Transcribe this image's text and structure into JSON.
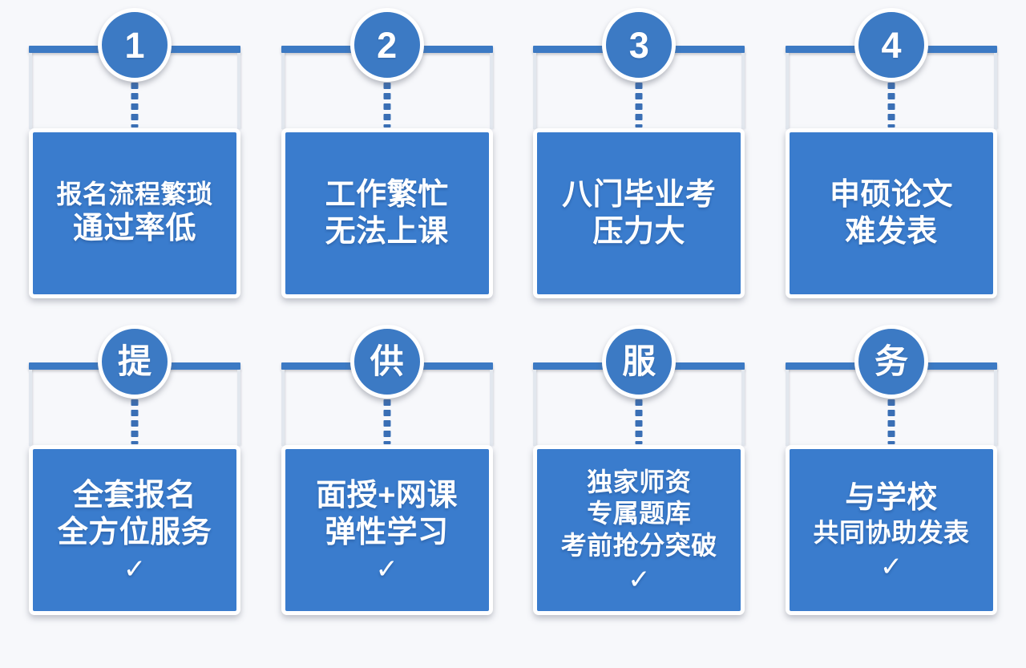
{
  "theme": {
    "background": "#f7f8fb",
    "panel_blue": "#3a7ccd",
    "circle_blue": "#3c7ac4",
    "bar_blue": "#3c7ac4",
    "leg_gray": "#e2e7ee",
    "text_white": "#ffffff"
  },
  "check_glyph": "✓",
  "columns": [
    {
      "top": {
        "badge": "1",
        "badge_kind": "number",
        "lines": [
          "报名流程繁琐",
          "通过率低"
        ],
        "has_check": false
      },
      "bottom": {
        "badge": "提",
        "badge_kind": "cjk",
        "lines": [
          "全套报名",
          "全方位服务"
        ],
        "has_check": true
      }
    },
    {
      "top": {
        "badge": "2",
        "badge_kind": "number",
        "lines": [
          "工作繁忙",
          "无法上课"
        ],
        "has_check": false
      },
      "bottom": {
        "badge": "供",
        "badge_kind": "cjk",
        "lines": [
          "面授+网课",
          "弹性学习"
        ],
        "has_check": true
      }
    },
    {
      "top": {
        "badge": "3",
        "badge_kind": "number",
        "lines": [
          "八门毕业考",
          "压力大"
        ],
        "has_check": false
      },
      "bottom": {
        "badge": "服",
        "badge_kind": "cjk",
        "lines": [
          "独家师资",
          "专属题库",
          "考前抢分突破"
        ],
        "has_check": true
      }
    },
    {
      "top": {
        "badge": "4",
        "badge_kind": "number",
        "lines": [
          "申硕论文",
          "难发表"
        ],
        "has_check": false
      },
      "bottom": {
        "badge": "务",
        "badge_kind": "cjk",
        "lines": [
          "与学校",
          "共同协助发表"
        ],
        "has_check": true
      }
    }
  ]
}
